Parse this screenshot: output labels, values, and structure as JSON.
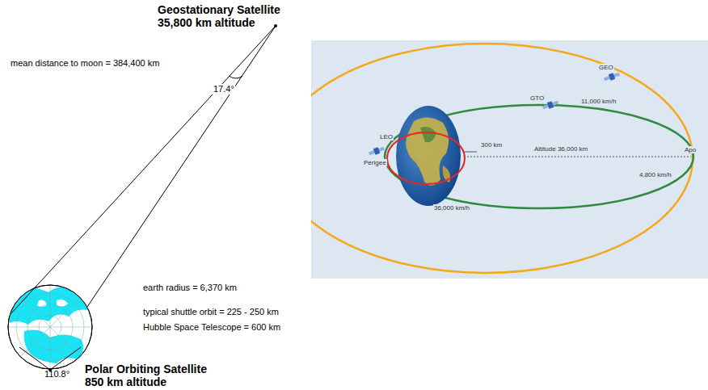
{
  "diagram": {
    "labels": [
      "Geostationary Satellite",
      "35,800 km altitude",
      "mean distance to moon = 384,400 km",
      "17.4°",
      "earth radius = 6,370 km",
      "typical shuttle orbit = 225 - 250 km",
      "Hubble Space Telescope = 600 km",
      "110.8°",
      "Polar Orbiting Satellite",
      "850 km altitude",
      "GEO",
      "GTO",
      "11,000 km/h",
      "LEO",
      "Perigee",
      "300 km",
      "Altitude 36,000 km",
      "Apo",
      "4,800 km/h",
      "36,000 km/h"
    ]
  }
}
